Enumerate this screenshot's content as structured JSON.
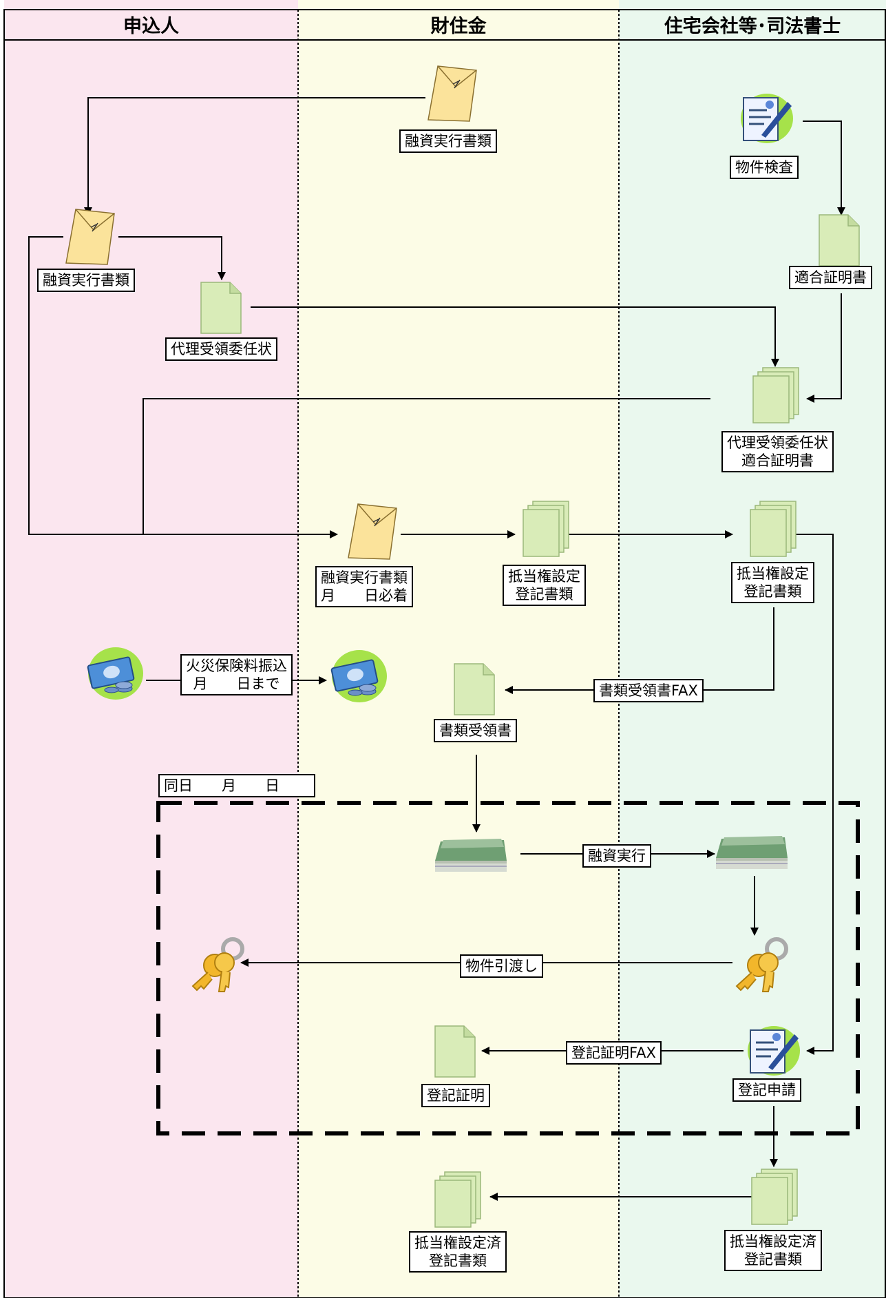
{
  "lanes": {
    "applicant": "申込人",
    "lender": "財住金",
    "agent": "住宅会社等･司法書士"
  },
  "nodes": {
    "loan_docs_top": "融資実行書類",
    "inspection": "物件検査",
    "loan_docs_applicant": "融資実行書類",
    "conformity_cert": "適合証明書",
    "proxy_letter": "代理受領委任状",
    "proxy_and_cert": "代理受領委任状\n適合証明書",
    "loan_docs_arrival": "融資実行書類\n月　　日必着",
    "mortgage_docs_lender": "抵当権設定\n登記書類",
    "mortgage_docs_agent": "抵当権設定\n登記書類",
    "fire_insurance": "火災保険料振込\n月　　日まで",
    "receipt_fax": "書類受領書FAX",
    "receipt": "書類受領書",
    "same_day": "同日　　月　　日",
    "loan_execution": "融資実行",
    "handover": "物件引渡し",
    "registration_fax": "登記証明FAX",
    "registration_cert": "登記証明",
    "registration_apply": "登記申請",
    "mortgage_done_lender": "抵当権設定済\n登記書類",
    "mortgage_done_agent": "抵当権設定済\n登記書類"
  },
  "icons": {
    "envelope": "envelope-icon",
    "document": "document-icon",
    "document_stack": "document-stack-icon",
    "inspection": "clipboard-pen-icon",
    "money": "money-icon",
    "cash": "cash-stack-icon",
    "keys": "keys-icon"
  },
  "colors": {
    "lane_applicant": "#fbe6ef",
    "lane_lender": "#fcfce6",
    "lane_agent": "#eaf8ee",
    "document": "#d9ecb8",
    "envelope": "#fbe39b",
    "blob": "#a6e24a"
  }
}
